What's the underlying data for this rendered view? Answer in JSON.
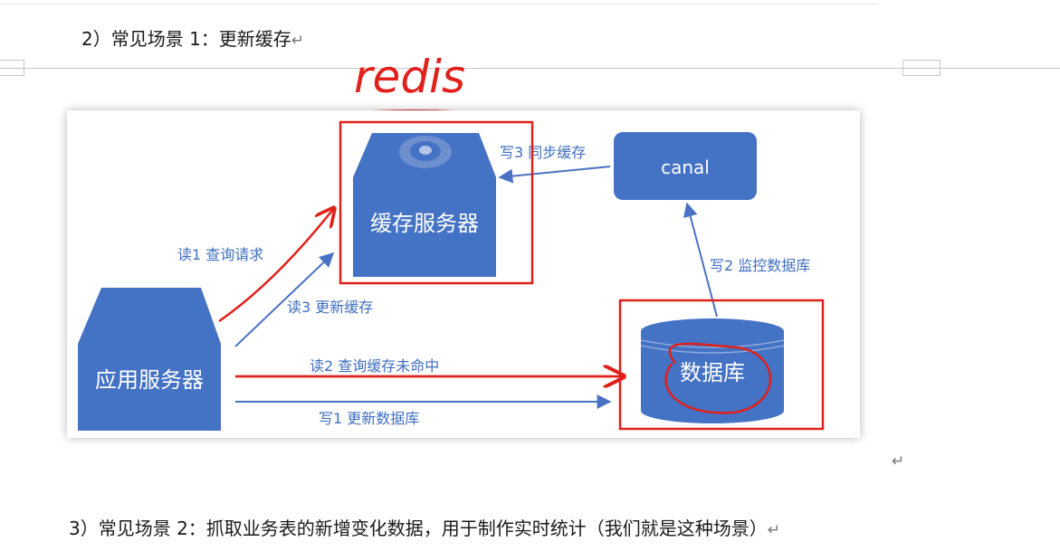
{
  "heading1": "2）常见场景 1：更新缓存",
  "heading2": "3）常见场景 2：抓取业务表的新增变化数据，用于制作实时统计（我们就是这种场景）",
  "paragraph_mark": "↵",
  "annotation_redis": "redis",
  "diagram": {
    "cache_server": "缓存服务器",
    "canal": "canal",
    "app_server": "应用服务器",
    "database": "数据库",
    "edge_write3": "写3 同步缓存",
    "edge_write2": "写2 监控数据库",
    "edge_read1": "读1 查询请求",
    "edge_read3": "读3 更新缓存",
    "edge_read2": "读2 查询缓存未命中",
    "edge_write1": "写1 更新数据库"
  },
  "colors": {
    "box_blue": "#4472c4",
    "arrow_blue": "#4a72c4",
    "annotation_red": "#e0201b"
  }
}
